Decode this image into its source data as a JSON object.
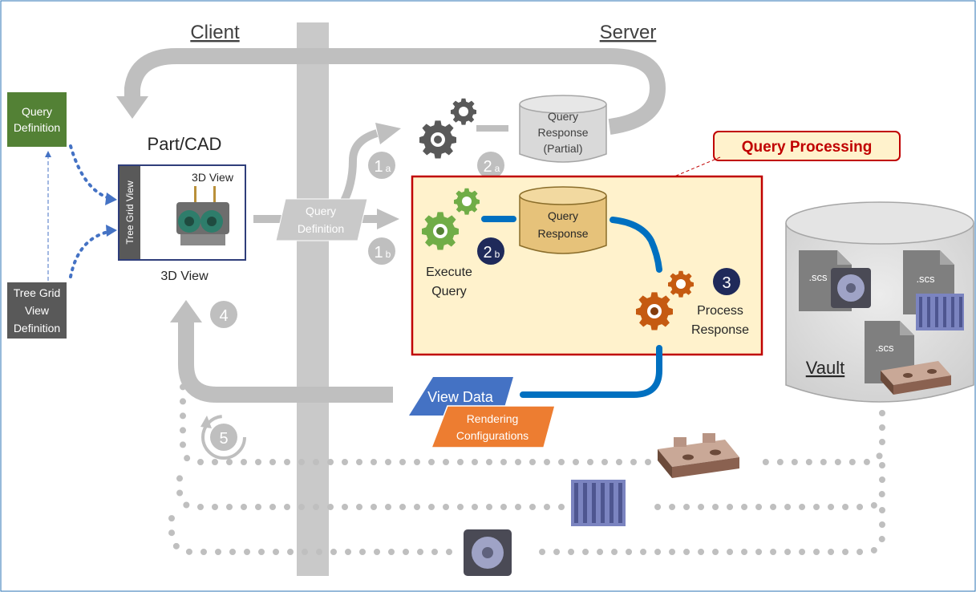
{
  "headers": {
    "client": "Client",
    "server": "Server"
  },
  "query_definition_box": {
    "line1": "Query",
    "line2": "Definition",
    "color": "#538135"
  },
  "tree_grid_box": {
    "line1": "Tree Grid",
    "line2": "View",
    "line3": "Definition",
    "color": "#595959"
  },
  "part_cad": {
    "title": "Part/CAD",
    "tree_grid_view_label": "Tree Grid View",
    "three_d_view_inner": "3D View",
    "three_d_view_caption": "3D View"
  },
  "query_definition_flow": {
    "line1": "Query",
    "line2": "Definition"
  },
  "step_labels": {
    "s1a": "1",
    "s1a_sub": "a",
    "s1b": "1",
    "s1b_sub": "b",
    "s2a": "2",
    "s2a_sub": "a",
    "s2b": "2",
    "s2b_sub": "b",
    "s3": "3",
    "s4": "4",
    "s5": "5"
  },
  "partial_response": {
    "line1": "Query",
    "line2": "Response",
    "line3": "(Partial)"
  },
  "query_processing": {
    "callout": "Query Processing",
    "execute_line1": "Execute",
    "execute_line2": "Query",
    "response_line1": "Query",
    "response_line2": "Response",
    "process_line1": "Process",
    "process_line2": "Response"
  },
  "view_data": {
    "label": "View Data",
    "color": "#4472c4"
  },
  "rendering": {
    "line1": "Rendering",
    "line2": "Configurations",
    "color": "#ed7d31"
  },
  "vault": {
    "label": "Vault",
    "file_ext_1": ".scs",
    "file_ext_2": ".scs",
    "file_ext_3": ".scs"
  },
  "colors": {
    "accent_red": "#c00000",
    "processing_fill": "#fff2cc",
    "gear_green": "#70ad47",
    "gear_orange": "#c55a11",
    "gear_gray": "#595959",
    "flow_blue": "#0070c0",
    "step_navy": "#1f2a5a",
    "arrow_gray": "#bfbfbf",
    "divider_gray": "#c9c9c9"
  }
}
